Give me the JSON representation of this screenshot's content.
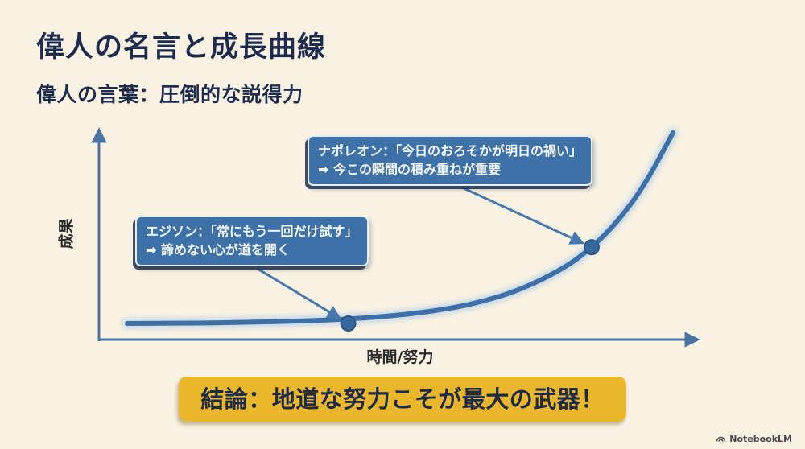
{
  "slide": {
    "title": "偉人の名言と成長曲線",
    "subtitle": "偉人の言葉：圧倒的な説得力",
    "conclusion": "結論：地道な努力こそが最大の武器！"
  },
  "chart_data": {
    "type": "line",
    "description": "Exponential growth curve: results stay flat for a long period of time/effort, then rise sharply",
    "title": "",
    "xlabel": "時間/努力",
    "ylabel": "成果",
    "x_ticks": [],
    "y_ticks": [],
    "grid": false,
    "legend": false,
    "curve_color": "#3d6fa8",
    "curve_points": [
      [
        0.0,
        0.0
      ],
      [
        0.08,
        0.001
      ],
      [
        0.16,
        0.003
      ],
      [
        0.24,
        0.007
      ],
      [
        0.32,
        0.013
      ],
      [
        0.4,
        0.022
      ],
      [
        0.48,
        0.038
      ],
      [
        0.56,
        0.064
      ],
      [
        0.64,
        0.105
      ],
      [
        0.72,
        0.175
      ],
      [
        0.8,
        0.288
      ],
      [
        0.85,
        0.394
      ],
      [
        0.9,
        0.538
      ],
      [
        0.95,
        0.734
      ],
      [
        1.0,
        1.0
      ]
    ],
    "annotations": [
      {
        "line1": "エジソン：「常にもう一回だけ試す」",
        "line2": "➡ 諦めない心が道を開く",
        "marker": {
          "x": 0.405,
          "y": 0.0
        }
      },
      {
        "line1": "ナポレオン：「今日のおろそかが明日の禍い」",
        "line2": "➡ 今この瞬間の積み重ねが重要",
        "marker": {
          "x": 0.851,
          "y": 0.4
        }
      }
    ]
  },
  "watermark": {
    "label": "NotebookLM"
  },
  "colors": {
    "background": "#f9f2e2",
    "heading": "#1d2c4e",
    "callout_bg": "#3e71a8",
    "callout_text": "#f4f8fc",
    "curve": "#3d6fa8",
    "curve_halo": "#aecbe8",
    "axis": "#4a74a6",
    "conclusion_bg": "#e9b62c",
    "conclusion_text": "#1c2b49",
    "watermark": "#4b4b4b"
  }
}
